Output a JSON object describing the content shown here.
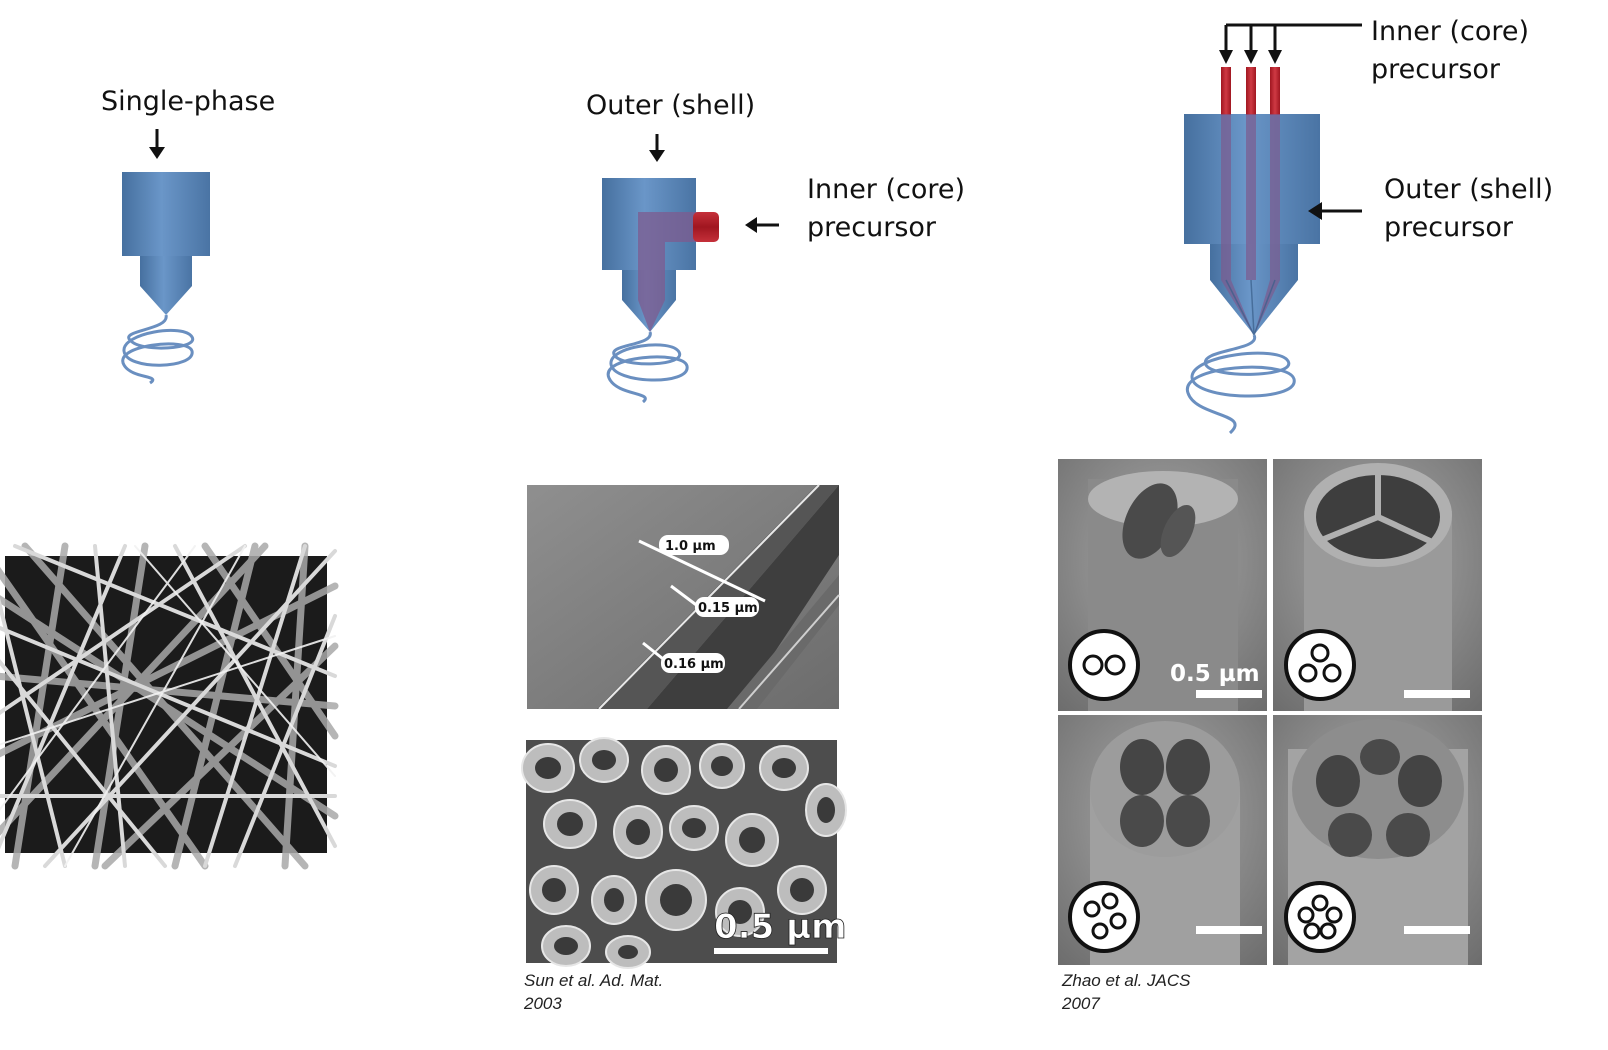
{
  "panel_single": {
    "label": "Single-phase"
  },
  "panel_coaxial": {
    "outer_label": "Outer (shell)",
    "inner_label_1": "Inner (core)",
    "inner_label_2": "precursor",
    "tem_measurements": [
      "1.0  µm",
      "0.15 µm",
      "0.16 µm"
    ],
    "sem_scale": "0.5 µm",
    "citation_1": "Sun et al. Ad. Mat.",
    "citation_2": "2003"
  },
  "panel_multichannel": {
    "inner_label_1": "Inner (core)",
    "inner_label_2": "precursor",
    "outer_label_1": "Outer (shell)",
    "outer_label_2": "precursor",
    "grid_scale": "0.5 µm",
    "citation_1": "Zhao et al. JACS",
    "citation_2": "2007"
  },
  "colors": {
    "nozzle_blue": "#5b86b8",
    "core_red": "#b5202b",
    "fiber_blue": "#6a8fc0"
  }
}
